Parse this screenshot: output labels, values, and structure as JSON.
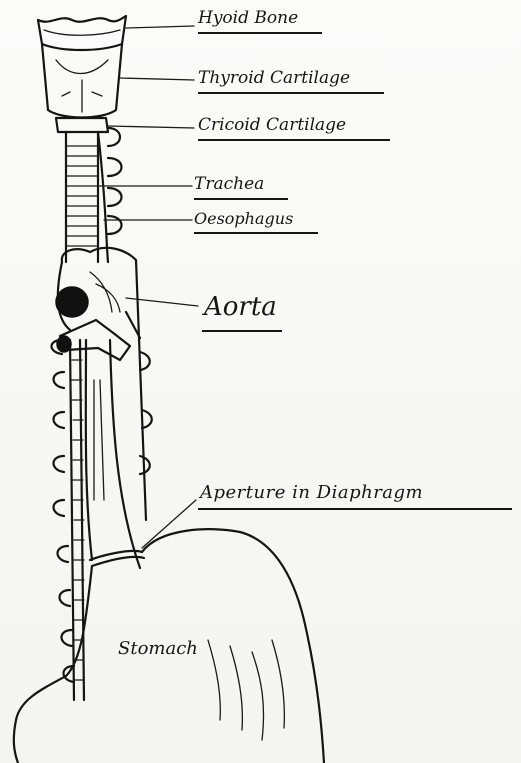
{
  "labels": {
    "hyoid_bone": "Hyoid Bone",
    "thyroid_cartilage": "Thyroid Cartilage",
    "cricoid_cartilage": "Cricoid Cartilage",
    "trachea": "Trachea",
    "oesophagus": "Oesophagus",
    "aorta": "Aorta",
    "aperture_in_diaphragm": "Aperture in Diaphragm",
    "stomach": "Stomach"
  }
}
